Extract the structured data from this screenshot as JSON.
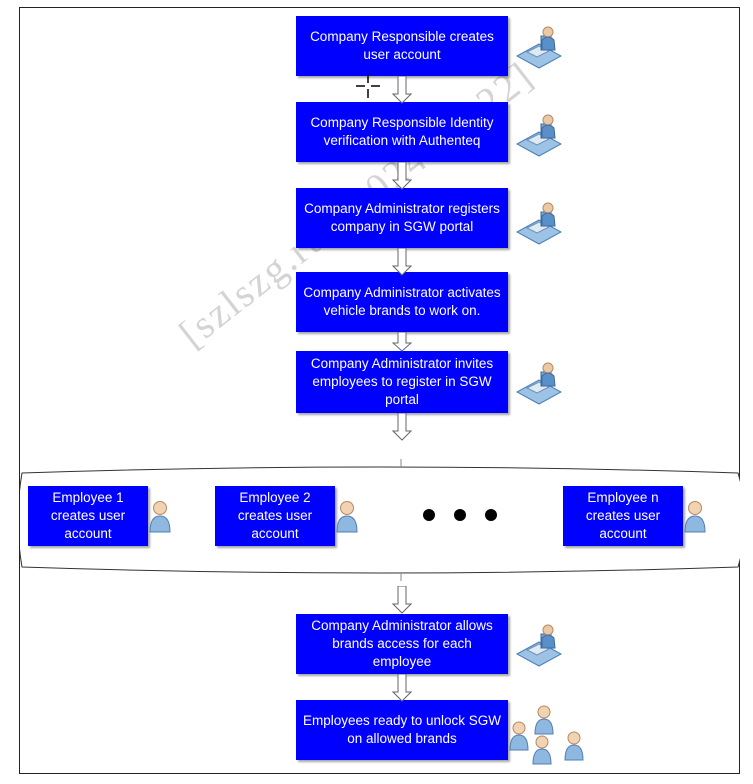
{
  "steps": {
    "s1": "Company Responsible creates\nuser account",
    "s2": "Company Responsible Identity\nverification with Authenteq",
    "s3": "Company Administrator registers\ncompany in SGW portal",
    "s4": "Company Administrator activates\nvehicle brands to work on.",
    "s5": "Company Administrator invites\nemployees to register in SGW\nportal",
    "s6": "Company Administrator allows\nbrands access for each employee",
    "s7": "Employees ready to unlock SGW\non allowed brands"
  },
  "employees": {
    "e1": "Employee 1\ncreates user\naccount",
    "e2": "Employee 2\ncreates user\naccount",
    "en": "Employee n\ncreates user\naccount"
  },
  "watermark": "[szlszg.ru - 2024-02-22]",
  "colors": {
    "box": "#0000ff",
    "text": "#ffffff"
  },
  "icons": [
    "admin-workstation-icon",
    "user-icon",
    "user-group-icon"
  ]
}
